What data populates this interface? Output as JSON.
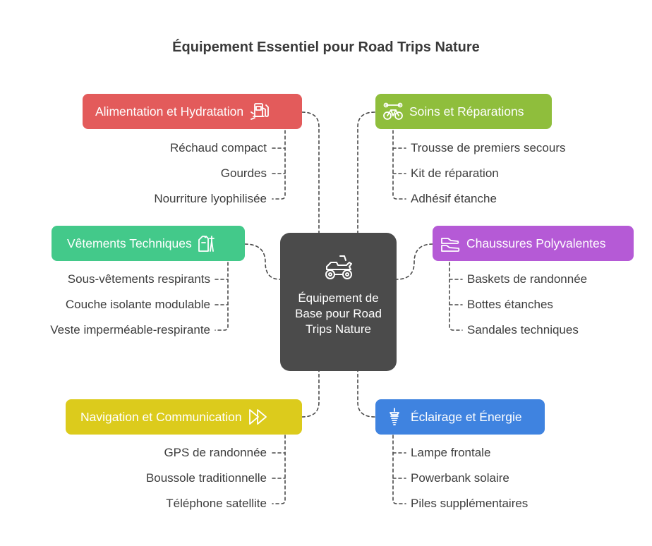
{
  "title": "Équipement Essentiel pour Road Trips Nature",
  "center": {
    "label": "Équipement de Base pour Road Trips Nature",
    "icon": "atv-icon"
  },
  "categories": [
    {
      "label": "Alimentation et Hydratation",
      "color": "#e35b5b",
      "icon": "fuel-pump-icon",
      "items": [
        "Réchaud compact",
        "Gourdes",
        "Nourriture lyophilisée"
      ]
    },
    {
      "label": "Soins et Réparations",
      "color": "#8fbe3c",
      "icon": "bike-repair-icon",
      "items": [
        "Trousse de premiers secours",
        "Kit de réparation",
        "Adhésif étanche"
      ]
    },
    {
      "label": "Vêtements Techniques",
      "color": "#43c98a",
      "icon": "clothing-icon",
      "items": [
        "Sous-vêtements respirants",
        "Couche isolante modulable",
        "Veste imperméable-respirante"
      ]
    },
    {
      "label": "Chaussures Polyvalentes",
      "color": "#b55ad6",
      "icon": "shoes-icon",
      "items": [
        "Baskets de randonnée",
        "Bottes étanches",
        "Sandales techniques"
      ]
    },
    {
      "label": "Navigation et Communication",
      "color": "#dccb1c",
      "icon": "fast-forward-icon",
      "items": [
        "GPS de randonnée",
        "Boussole traditionnelle",
        "Téléphone satellite"
      ]
    },
    {
      "label": "Éclairage et Énergie",
      "color": "#3f83e0",
      "icon": "lightbulb-icon",
      "items": [
        "Lampe frontale",
        "Powerbank solaire",
        "Piles supplémentaires"
      ]
    }
  ]
}
